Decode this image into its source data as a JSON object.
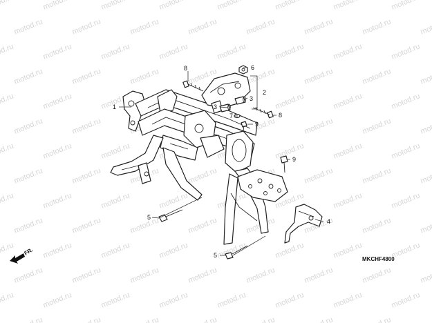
{
  "watermark": {
    "text": "motod.ru"
  },
  "callouts": [
    {
      "id": "c1",
      "label": "1"
    },
    {
      "id": "c2",
      "label": "2"
    },
    {
      "id": "c3a",
      "label": "3"
    },
    {
      "id": "c3b",
      "label": "3"
    },
    {
      "id": "c4",
      "label": "4"
    },
    {
      "id": "c5a",
      "label": "5"
    },
    {
      "id": "c5b",
      "label": "5"
    },
    {
      "id": "c6",
      "label": "6"
    },
    {
      "id": "c7",
      "label": "7"
    },
    {
      "id": "c8a",
      "label": "8"
    },
    {
      "id": "c8b",
      "label": "8"
    },
    {
      "id": "c9a",
      "label": "9"
    },
    {
      "id": "c9b",
      "label": "9"
    }
  ],
  "diagram_code": "MKCHF4800",
  "direction": {
    "label": "FR.",
    "icon": "front-arrow-icon"
  }
}
